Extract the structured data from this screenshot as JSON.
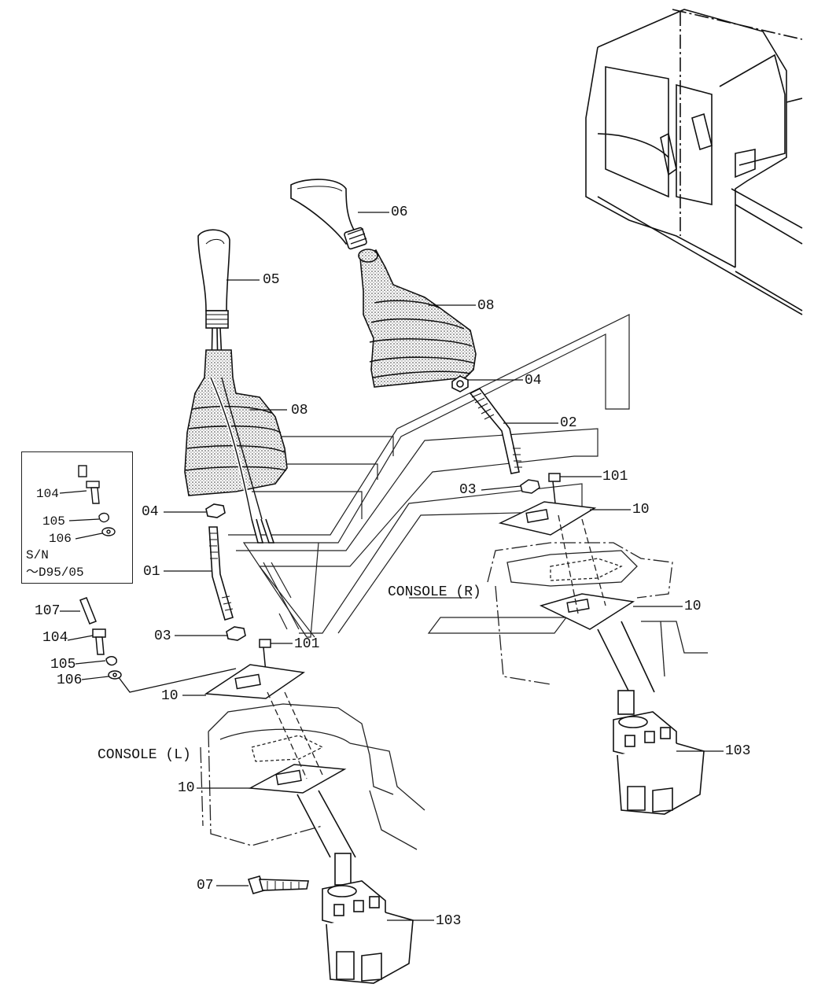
{
  "parts": {
    "p01": "01",
    "p02": "02",
    "p03_left": "03",
    "p03_right": "03",
    "p04_left": "04",
    "p04_right": "04",
    "p05": "05",
    "p06": "06",
    "p07": "07",
    "p08_left": "08",
    "p08_right": "08",
    "p10_left_top": "10",
    "p10_left_bottom": "10",
    "p10_right_top": "10",
    "p10_right_bottom": "10",
    "p101_left": "101",
    "p101_right": "101",
    "p103_left": "103",
    "p103_right": "103",
    "p104": "104",
    "p105": "105",
    "p106": "106",
    "p107": "107"
  },
  "inset": {
    "p104": "104",
    "p105": "105",
    "p106": "106",
    "sn_label": "S/N",
    "sn_range": "～D95/05"
  },
  "consoles": {
    "left": "CONSOLE (L)",
    "right": "CONSOLE (R)"
  }
}
